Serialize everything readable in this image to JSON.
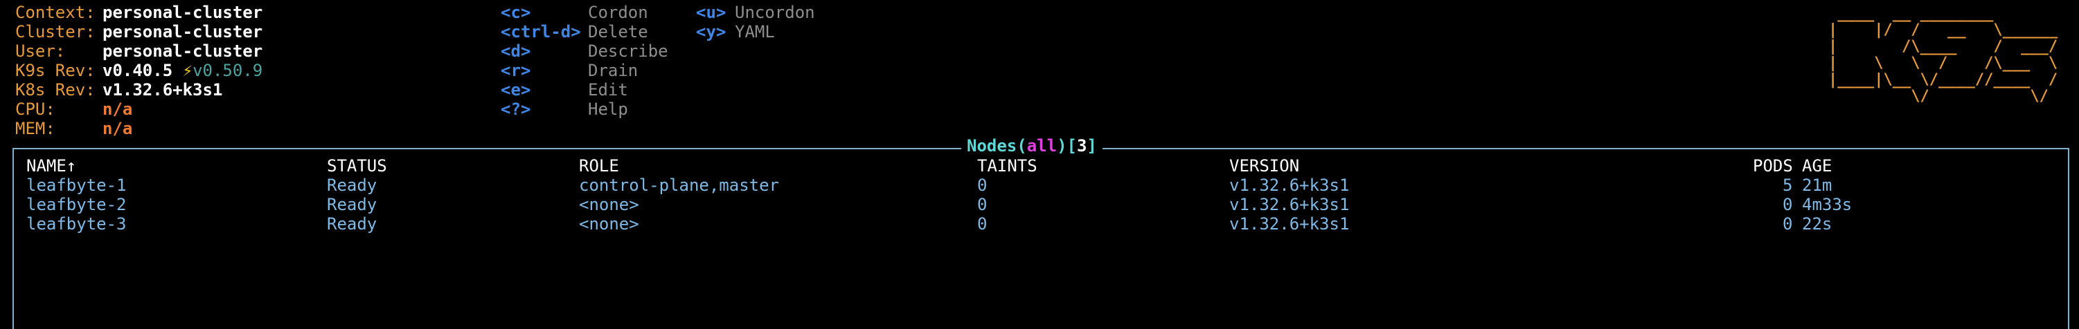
{
  "info": {
    "context": {
      "label": "Context:",
      "value": "personal-cluster"
    },
    "cluster": {
      "label": "Cluster:",
      "value": "personal-cluster"
    },
    "user": {
      "label": "User:",
      "value": "personal-cluster"
    },
    "k9s_rev": {
      "label": "K9s Rev:",
      "value": "v0.40.5",
      "update_icon": "⚡",
      "update": "v0.50.9"
    },
    "k8s_rev": {
      "label": "K8s Rev:",
      "value": "v1.32.6+k3s1"
    },
    "cpu": {
      "label": "CPU:",
      "value": "n/a"
    },
    "mem": {
      "label": "MEM:",
      "value": "n/a"
    }
  },
  "shortcuts_col1": [
    {
      "key": "<c>",
      "action": "Cordon"
    },
    {
      "key": "<ctrl-d>",
      "action": "Delete"
    },
    {
      "key": "<d>",
      "action": "Describe"
    },
    {
      "key": "<r>",
      "action": "Drain"
    },
    {
      "key": "<e>",
      "action": "Edit"
    },
    {
      "key": "<?>",
      "action": "Help"
    }
  ],
  "shortcuts_col2": [
    {
      "key": "<u>",
      "action": "Uncordon"
    },
    {
      "key": "<y>",
      "action": "YAML"
    }
  ],
  "logo": {
    "lines": [
      " ____  __ ________       ",
      "|    |/  /   __   \\______",
      "|       /\\____    /  ___/",
      "|    \\   \\  /    /\\___  \\",
      "|____|\\__ \\/____//____  /",
      "         \\/           \\/ "
    ]
  },
  "view": {
    "resource": "Nodes",
    "filter": "all",
    "count": "3"
  },
  "table": {
    "columns": [
      "NAME↑",
      "STATUS",
      "ROLE",
      "TAINTS",
      "VERSION",
      "PODS",
      "AGE"
    ],
    "rows": [
      {
        "name": "leafbyte-1",
        "status": "Ready",
        "role": "control-plane,master",
        "taints": "0",
        "version": "v1.32.6+k3s1",
        "pods": "5",
        "age": "21m"
      },
      {
        "name": "leafbyte-2",
        "status": "Ready",
        "role": "<none>",
        "taints": "0",
        "version": "v1.32.6+k3s1",
        "pods": "0",
        "age": "4m33s"
      },
      {
        "name": "leafbyte-3",
        "status": "Ready",
        "role": "<none>",
        "taints": "0",
        "version": "v1.32.6+k3s1",
        "pods": "0",
        "age": "22s"
      }
    ]
  }
}
